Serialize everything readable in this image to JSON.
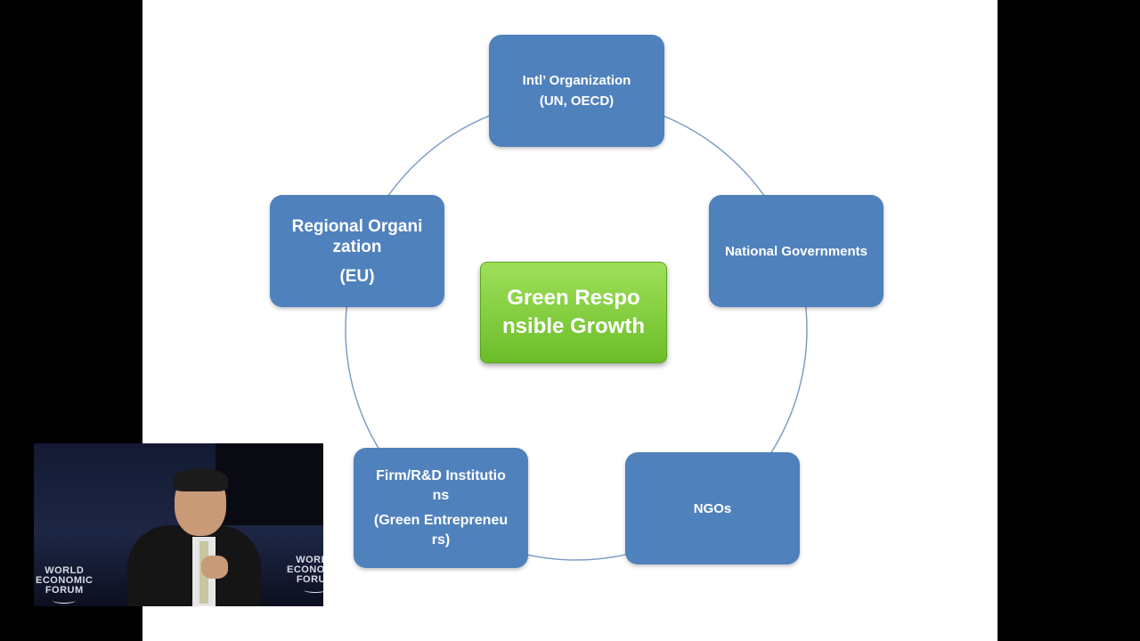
{
  "diagram": {
    "center": {
      "lines": [
        "Green Respo",
        "nsible Growth"
      ]
    },
    "nodes": {
      "intl_org": {
        "lines": [
          "Intl’ Organization",
          "(UN, OECD)"
        ]
      },
      "national_gov": {
        "lines": [
          "National Governments"
        ]
      },
      "ngos": {
        "lines": [
          "NGOs"
        ]
      },
      "firm_rd": {
        "lines": [
          "Firm/R&D Institutio",
          "ns",
          "(Green Entrepreneu",
          "rs)"
        ]
      },
      "regional_org": {
        "lines": [
          "Regional Organi",
          "zation",
          "(EU)"
        ]
      }
    }
  },
  "video_overlay": {
    "logo_left": [
      "WORLD",
      "ECONOMIC",
      "FORUM"
    ],
    "logo_right": [
      "WORLD",
      "ECONOMIC",
      "FORUM"
    ]
  },
  "colors": {
    "node_fill": "#4f81bd",
    "center_fill": "#7fcc3a",
    "ring_stroke": "#7f9ec6",
    "slide_bg": "#ffffff",
    "frame_bg": "#000000"
  }
}
